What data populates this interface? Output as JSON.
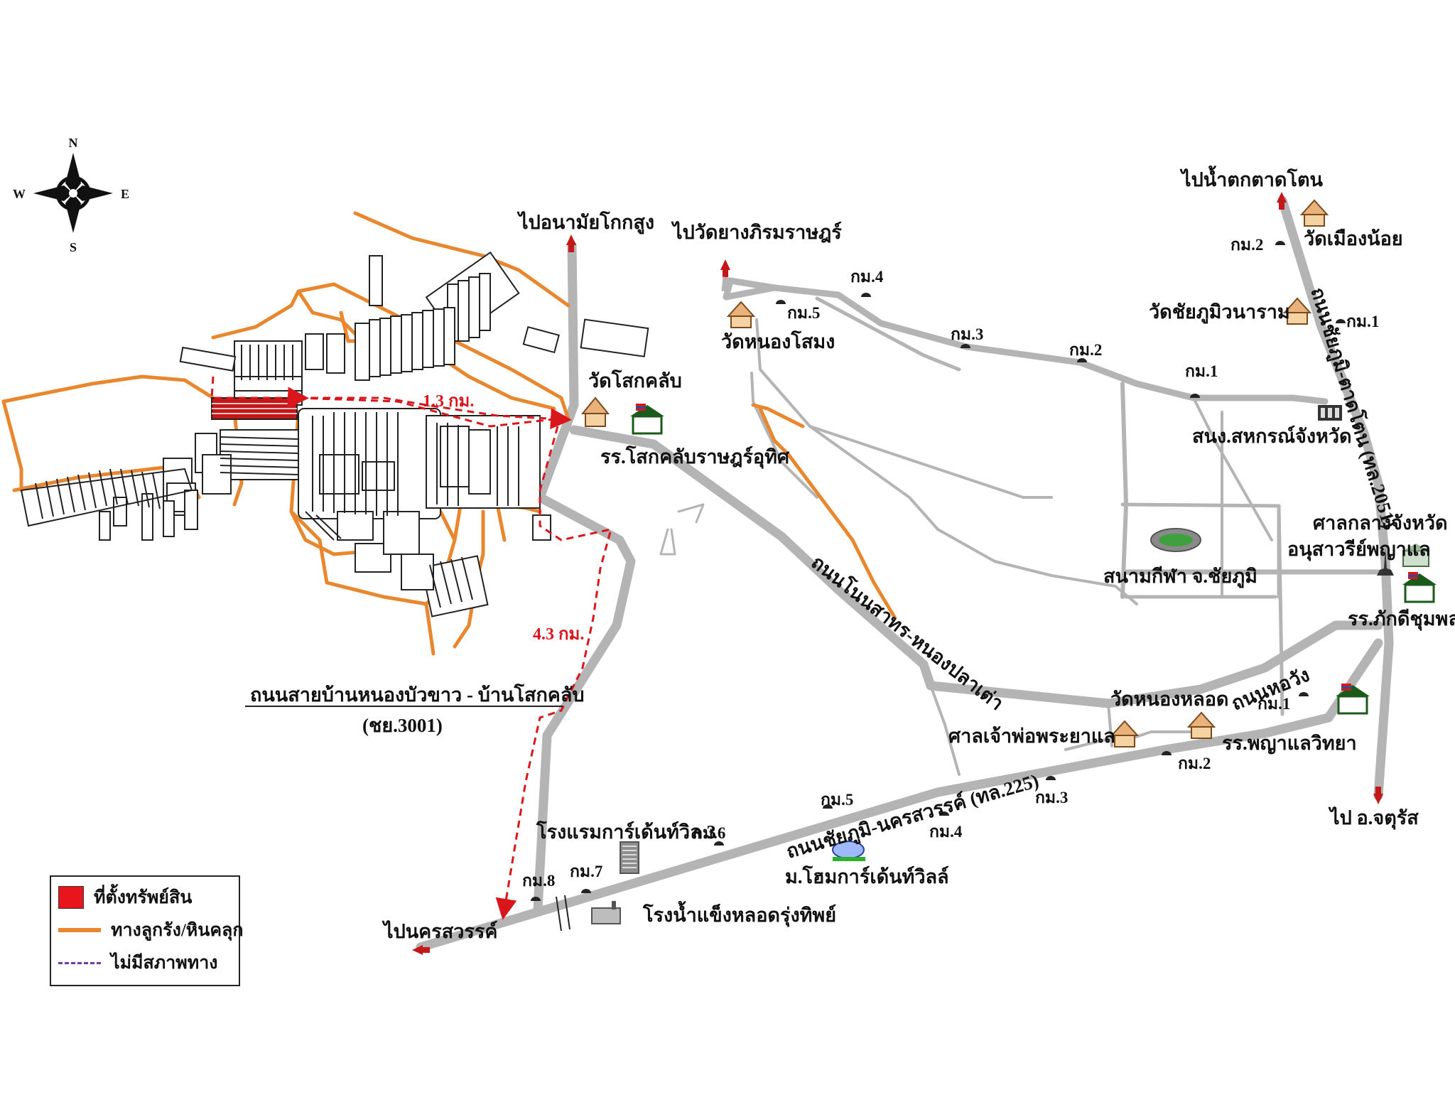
{
  "compass": {
    "n": "N",
    "s": "S",
    "e": "E",
    "w": "W"
  },
  "colors": {
    "main_road": "#b4b4b4",
    "rural_road": "#e8872e",
    "dashed_route": "#d9161b",
    "property": "#c41818"
  },
  "labels": {
    "to_health_center": "ไปอนามัยโกกสูง",
    "to_wat_yang": "ไปวัดยางภิรมราษฎร์",
    "to_waterfall": "ไปน้ำตกตาดโตน",
    "wat_muang_noi": "วัดเมืองน้อย",
    "wat_chaiyaphum": "วัดชัยภูมิวนาราม",
    "wat_nong_sa_mong": "วัดหนองโสมง",
    "wat_sok_klab": "วัดโสกคลับ",
    "school_sok_klab": "รร.โสกคลับราษฎร์อุทิศ",
    "coop_office": "สนง.สหกรณ์จังหวัด",
    "provincial_court": "ศาลกลางจังหวัด",
    "monument": "อนุสาวรีย์พญาแล",
    "stadium": "สนามกีฬา จ.ชัยภูมิ",
    "school_phakdi": "รร.ภักดีชุมพล",
    "wat_nong_lot": "วัดหนองหลอด",
    "shrine": "ศาลเจ้าพ่อพระยาแล",
    "school_phaya_lae": "รร.พญาแลวิทยา",
    "to_chatturat": "ไป อ.จตุรัส",
    "road_village": "ถนนสายบ้านหนองบัวขาว - บ้านโสกคลับ",
    "road_village_code": "(ชย.3001)",
    "road_highway": "ถนนชัยภูมิ-นครสวรรค์ (ทล.225)",
    "road_north": "ถนนชัยภูมิ-ตาดโตน (ทล.2051)",
    "road_nong_pla_tao": "ถนนโนนสาทร-หนองปลาเต่า",
    "road_ho_wang": "ถนนหอวัง",
    "hotel": "โรงแรมการ์เด้นท์วิล 3",
    "village_home": "ม.โฮมการ์เด้นท์วิลล์",
    "ice_factory": "โรงน้ำแข็งหลอดรุ่งทิพย์",
    "to_nakhon_sawan": "ไปนครสวรรค์",
    "dist_1_3": "1.3 กม.",
    "dist_4_3": "4.3 กม."
  },
  "km_markers": [
    "กม.1",
    "กม.2",
    "กม.3",
    "กม.4",
    "กม.5",
    "กม.6",
    "กม.7",
    "กม.8"
  ],
  "legend": {
    "property": "ที่ตั้งทรัพย์สิน",
    "rural_road": "ทางลูกรัง/หินคลุก",
    "no_road": "ไม่มีสภาพทาง"
  }
}
